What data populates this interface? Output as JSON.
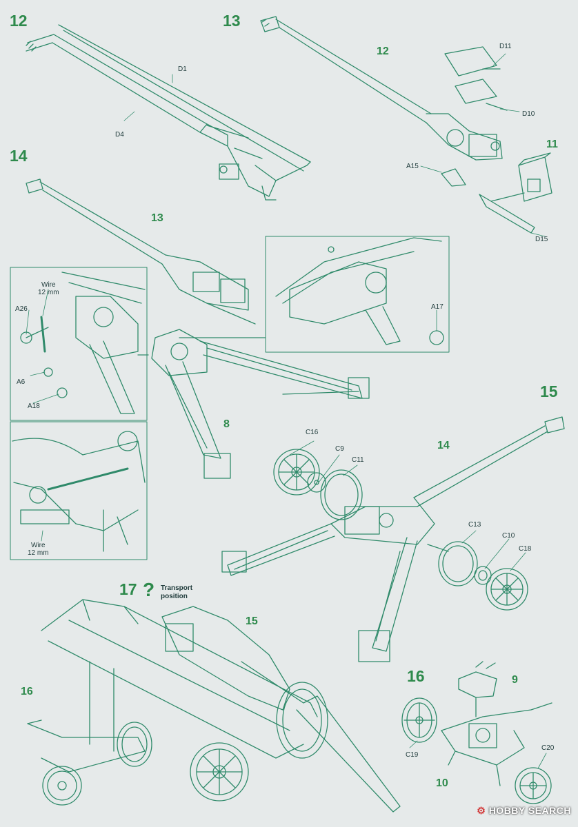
{
  "colors": {
    "line": "#2f8a6a",
    "step": "#2e8a4c",
    "text": "#1f3b3b",
    "paper": "#e6eaea"
  },
  "steps": [
    "12",
    "13",
    "14",
    "15",
    "16",
    "17",
    "?"
  ],
  "sub_assemblies": [
    "12",
    "11",
    "13",
    "8",
    "14",
    "15",
    "9",
    "16",
    "10"
  ],
  "parts": [
    "D1",
    "D4",
    "D11",
    "D10",
    "A15",
    "D15",
    "A26",
    "A6",
    "A18",
    "A17",
    "C16",
    "C9",
    "C11",
    "C13",
    "C10",
    "C18",
    "C19",
    "C20"
  ],
  "notes": {
    "wire1": "Wire\n12 mm",
    "wire2": "Wire\n12 mm",
    "transport": "Transport\nposition"
  },
  "watermark": {
    "brand": "HOBBY SEARCH",
    "mark": "⚙"
  }
}
